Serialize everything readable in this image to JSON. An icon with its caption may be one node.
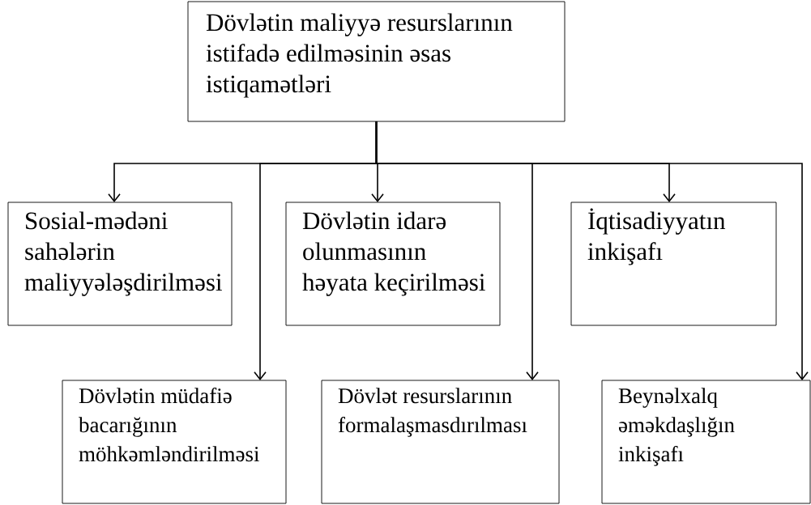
{
  "diagram": {
    "nodes": [
      {
        "text": [
          "Dövlətin maliyyə resurslarının istifadə edilməsinin əsas istiqamətləri"
        ]
      },
      {
        "text": [
          "Sosial-mədəni sahələrin maliyyələşdirilməsi"
        ]
      },
      {
        "text": [
          "Dövlətin müdafiə bacarığının möhkəmləndirilməsi"
        ]
      },
      {
        "text": [
          "Dövlətin idarə olunmasının həyata keçirilməsi"
        ]
      },
      {
        "text": [
          "Dövlət resurslarının formalaşmasdırılması"
        ]
      },
      {
        "text": [
          "İqtisadiyyatın inkişafı"
        ]
      },
      {
        "text": [
          "Beynəlxalq əməkdaşlığın inkişafı"
        ]
      }
    ],
    "edges": [
      {
        "from": 0,
        "to": 1,
        "arrow": "to"
      },
      {
        "from": 0,
        "to": 2,
        "arrow": "to"
      },
      {
        "from": 0,
        "to": 3,
        "arrow": "to"
      },
      {
        "from": 0,
        "to": 4,
        "arrow": "to"
      },
      {
        "from": 0,
        "to": 5,
        "arrow": "to"
      },
      {
        "from": 0,
        "to": 6,
        "arrow": "to"
      }
    ]
  }
}
